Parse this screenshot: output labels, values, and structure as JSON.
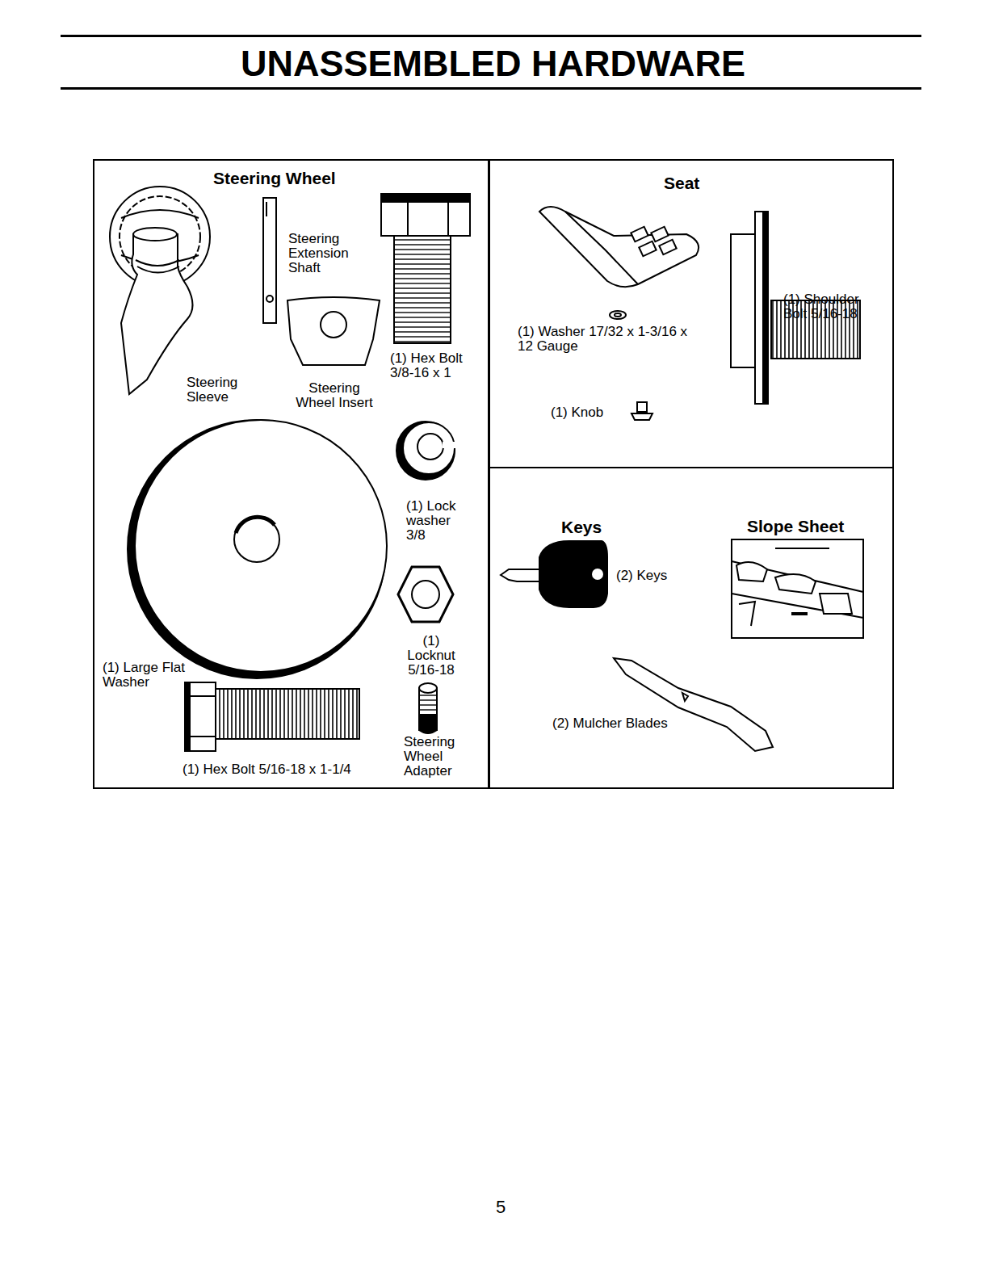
{
  "diagram": {
    "title": "UNASSEMBLED HARDWARE",
    "nodes": [
      {
        "text": [
          "Steering Wheel"
        ]
      },
      {
        "text": [
          "Seat"
        ]
      },
      {
        "text": [
          "Keys",
          "Slope Sheet"
        ]
      }
    ],
    "labels": [
      "Steering Extension Shaft",
      "(1) Hex Bolt 3/8-16 x 1",
      "Steering Sleeve",
      "Steering Wheel Insert",
      "(1) Lock washer 3/8",
      "(1) Locknut 5/16-18",
      "(1) Large Flat Washer",
      "Steering Wheel Adapter",
      "(1) Hex Bolt 5/16-18 x 1-1/4",
      "(1) Washer 17/32 x 1-3/16 x 12 Gauge",
      "(1) Shoulder Bolt 5/16-18",
      "(1) Knob",
      "(2) Keys",
      "(2) Mulcher Blades",
      "5"
    ]
  }
}
